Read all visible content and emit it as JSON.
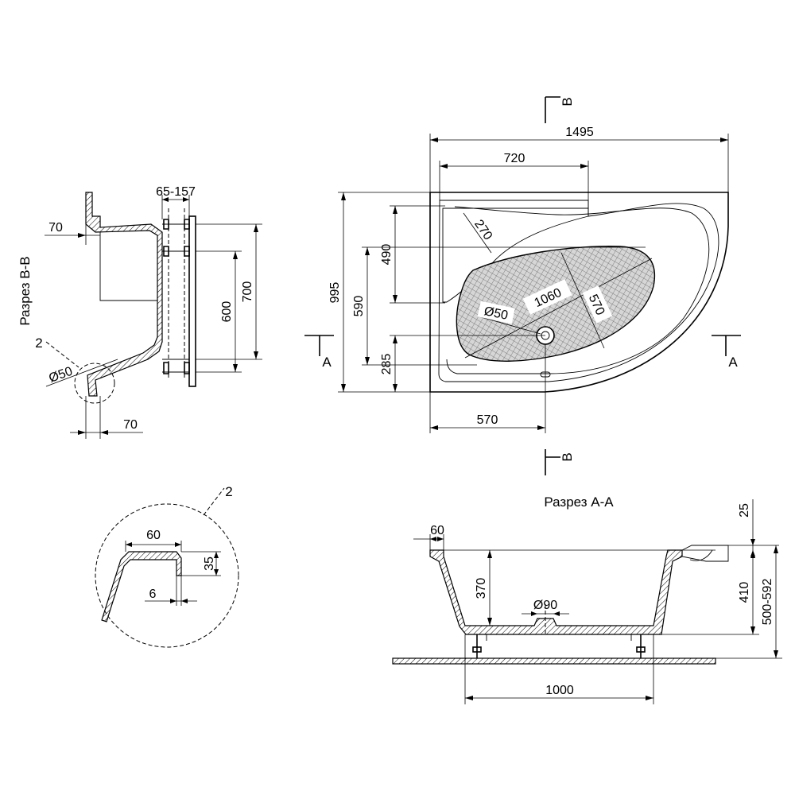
{
  "sections": {
    "bb_title": "Разрез В-В",
    "aa_title": "Разрез А-А",
    "mark_a": "А",
    "mark_b": "В",
    "detail_ref": "2"
  },
  "plan": {
    "width_total": "1495",
    "top_inner": "720",
    "depth_total": "995",
    "depth_inner": "590",
    "dim_490": "490",
    "dim_285": "285",
    "bottom_to_drain": "570",
    "corner_radius": "270",
    "basin_length": "1060",
    "basin_width": "570",
    "drain": "Ø50"
  },
  "section_bb": {
    "top_flange": "70",
    "leg_offset": "65-157",
    "height_700": "700",
    "height_600": "600",
    "drain": "Ø50",
    "bottom_70": "70"
  },
  "detail2": {
    "rim_width": "60",
    "rim_height": "35",
    "wall": "6"
  },
  "section_aa": {
    "rim_60": "60",
    "depth_370": "370",
    "drain": "Ø90",
    "bottom_length": "1000",
    "height_410": "410",
    "rim_25": "25",
    "total_height": "500-592"
  }
}
